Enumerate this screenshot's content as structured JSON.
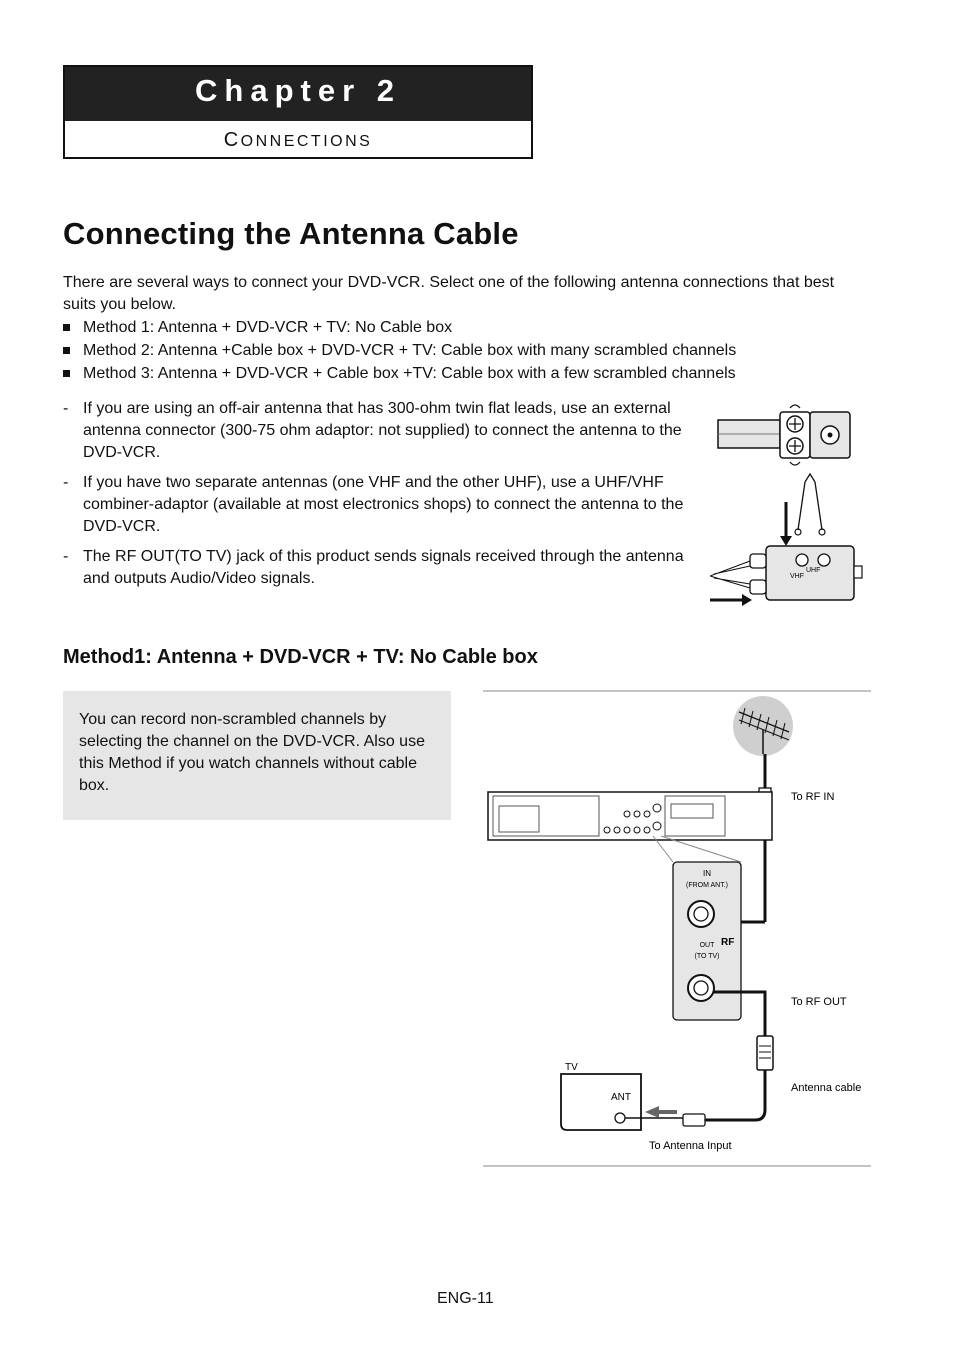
{
  "chapter": {
    "title": "Chapter 2",
    "subtitle_first": "C",
    "subtitle_rest": "ONNECTIONS"
  },
  "page_title": "Connecting the Antenna Cable",
  "intro": "There are several ways to connect your DVD-VCR. Select one of the following antenna connections that best suits you below.",
  "methods": [
    "Method 1: Antenna + DVD-VCR + TV: No Cable box",
    "Method 2: Antenna +Cable box + DVD-VCR + TV: Cable box with many scrambled channels",
    "Method 3: Antenna + DVD-VCR + Cable box +TV: Cable box with a few scrambled channels"
  ],
  "notes": [
    "If you are using an off-air antenna that has 300-ohm twin flat leads, use an external antenna connector (300-75 ohm adaptor: not supplied) to connect the antenna to the DVD-VCR.",
    "If you have two separate antennas (one VHF and the other UHF), use a UHF/VHF combiner-adaptor (available at most electronics shops) to connect the antenna to the DVD-VCR.",
    "The RF OUT(TO TV) jack of this product sends signals received through the antenna and outputs Audio/Video signals."
  ],
  "adaptor_figure": {
    "vhf_label": "VHF",
    "uhf_label": "UHF"
  },
  "method1": {
    "title": "Method1: Antenna + DVD-VCR + TV: No Cable box",
    "description": "You can record non-scrambled channels by selecting the channel on the DVD-VCR. Also use this Method if you watch channels without cable box."
  },
  "diagram": {
    "to_rf_in": "To RF IN",
    "rf_in": "IN",
    "from_ant": "(FROM ANT.)",
    "rf_label": "RF",
    "rf_out": "OUT",
    "to_tv": "(TO TV)",
    "to_rf_out": "To RF OUT",
    "tv_label": "TV",
    "ant_label": "ANT",
    "antenna_cable": "Antenna cable",
    "to_antenna_input": "To Antenna Input"
  },
  "page_number": "ENG-11"
}
